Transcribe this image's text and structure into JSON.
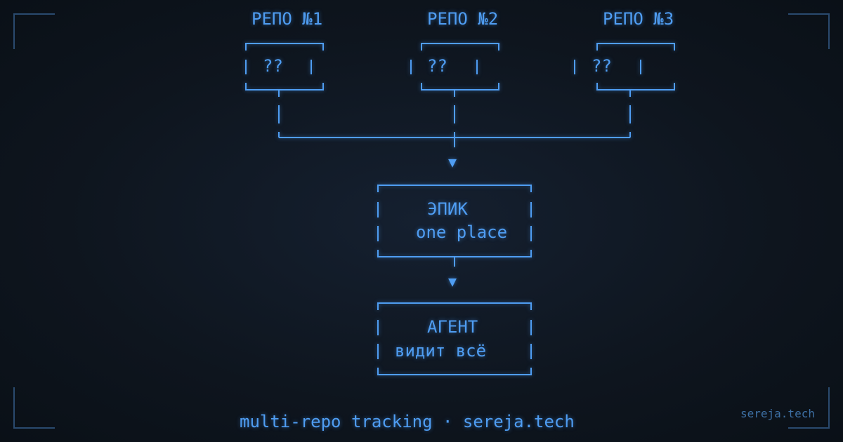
{
  "colors": {
    "accent": "#4f9df2",
    "frame": "#2a4a6e",
    "brand": "#3d6fa3",
    "background": "#0e151e"
  },
  "repos": [
    {
      "title": "РЕПО №1",
      "content": "??"
    },
    {
      "title": "РЕПО №2",
      "content": "??"
    },
    {
      "title": "РЕПО №3",
      "content": "??"
    }
  ],
  "epic": {
    "line1": "ЭПИК",
    "line2": "one place"
  },
  "agent": {
    "line1": "АГЕНТ",
    "line2": "видит всё"
  },
  "arrows": [
    "▼",
    "▼"
  ],
  "footer": {
    "caption": "multi-repo tracking · sereja.tech"
  },
  "brand": {
    "label": "sereja.tech"
  }
}
